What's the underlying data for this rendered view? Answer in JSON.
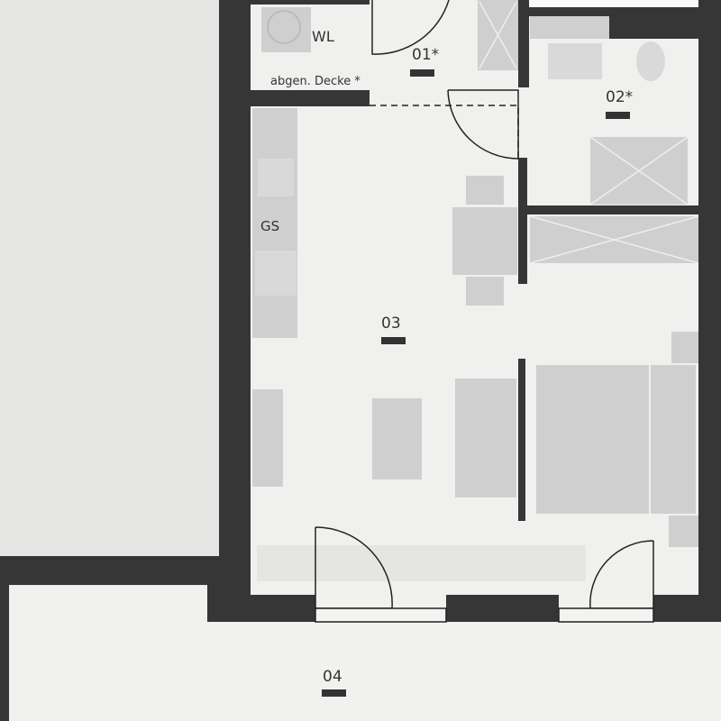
{
  "plan": {
    "rooms": [
      {
        "id": "01",
        "label": "01*"
      },
      {
        "id": "02",
        "label": "02*"
      },
      {
        "id": "03",
        "label": "03"
      },
      {
        "id": "04",
        "label": "04"
      }
    ],
    "annotations": {
      "ceiling_note": "abgen. Decke *",
      "washing_machine": "WL",
      "dishwasher": "GS"
    },
    "colors": {
      "wall": "#363636",
      "floor": "#efefee",
      "furniture": "#cfcfcf",
      "background": "#e9e9e7"
    }
  }
}
